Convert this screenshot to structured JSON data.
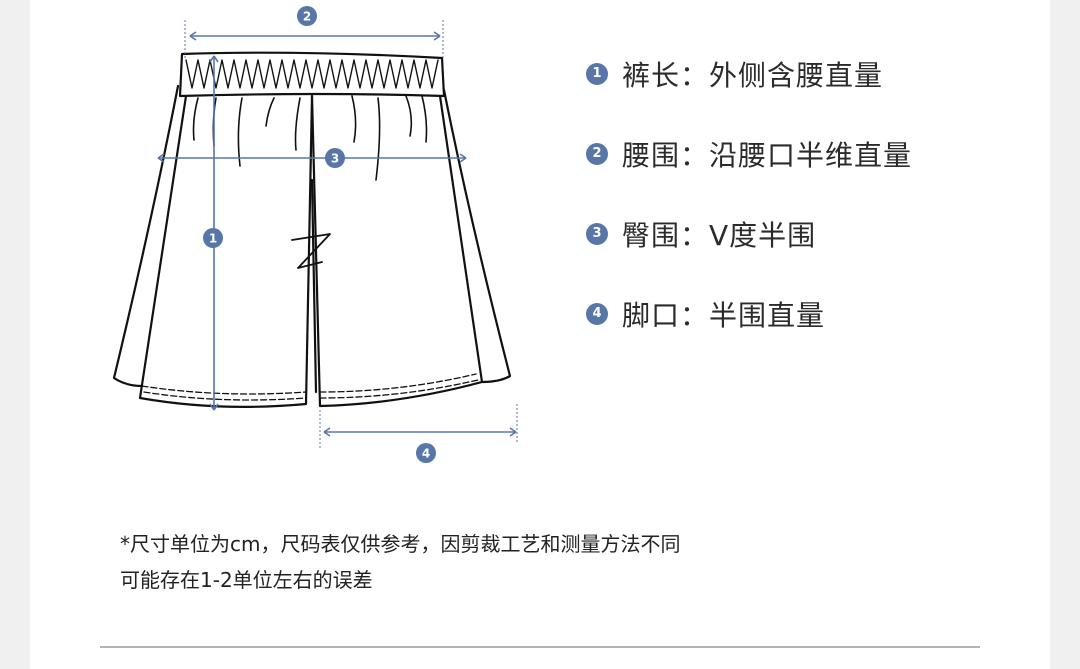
{
  "diagram": {
    "accent_color": "#5877a8",
    "markers": [
      "1",
      "2",
      "3",
      "4"
    ]
  },
  "legend": {
    "items": [
      {
        "num": "1",
        "text": "裤长：外侧含腰直量"
      },
      {
        "num": "2",
        "text": "腰围：沿腰口半维直量"
      },
      {
        "num": "3",
        "text": "臀围：V度半围"
      },
      {
        "num": "4",
        "text": "脚口：半围直量"
      }
    ]
  },
  "note": {
    "line1": "*尺寸单位为cm，尺码表仅供参考，因剪裁工艺和测量方法不同",
    "line2": "可能存在1-2单位左右的误差"
  }
}
